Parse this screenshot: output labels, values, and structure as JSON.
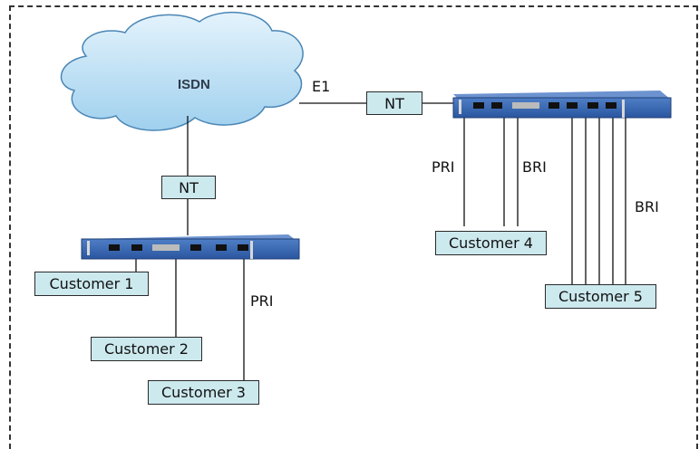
{
  "cloud": {
    "label": "ISDN"
  },
  "links": {
    "e1": "E1",
    "pri_right": "PRI",
    "bri_right_a": "BRI",
    "bri_right_b": "BRI",
    "pri_left": "PRI"
  },
  "nt_boxes": {
    "top": "NT",
    "left": "NT"
  },
  "customers": [
    "Customer 1",
    "Customer 2",
    "Customer 3",
    "Customer 4",
    "Customer 5"
  ],
  "colors": {
    "cloud_fill": "#bfe0f5",
    "cloud_stroke": "#4a86b5",
    "box_fill": "#cce9ee",
    "device_fill": "#2f5fa8"
  }
}
